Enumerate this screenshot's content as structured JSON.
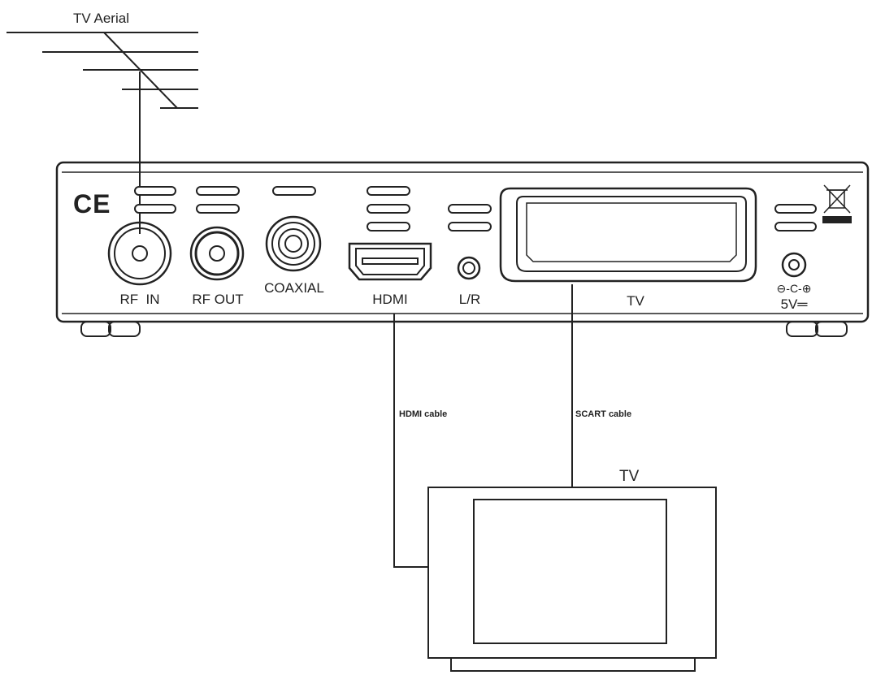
{
  "aerial": {
    "label": "TV Aerial"
  },
  "receiver": {
    "ce_mark": "CE",
    "ports": {
      "rf_in": "RF  IN",
      "rf_out": "RF OUT",
      "coaxial": "COAXIAL",
      "hdmi": "HDMI",
      "lr": "L/R",
      "scart": "TV",
      "power_symbol": "⊖-C-⊕",
      "power_rating": "5V═"
    }
  },
  "cables": {
    "hdmi": "HDMI cable",
    "scart": "SCART cable"
  },
  "television": {
    "label": "TV"
  }
}
